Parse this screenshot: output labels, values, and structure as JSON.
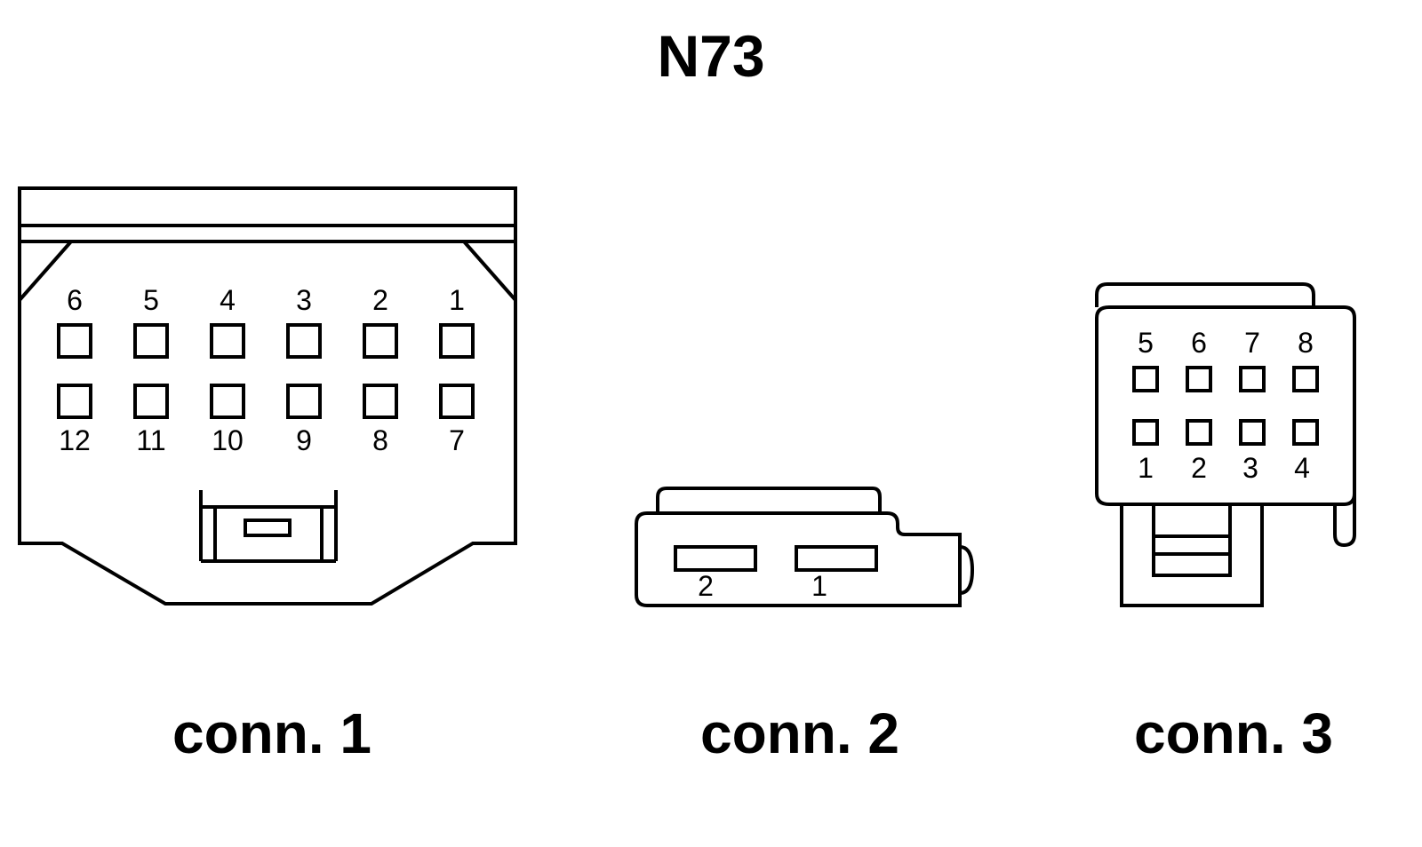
{
  "title": "N73",
  "connectors": [
    {
      "label": "conn. 1",
      "pins_top": [
        "6",
        "5",
        "4",
        "3",
        "2",
        "1"
      ],
      "pins_bottom": [
        "12",
        "11",
        "10",
        "9",
        "8",
        "7"
      ]
    },
    {
      "label": "conn. 2",
      "pins": [
        "2",
        "1"
      ]
    },
    {
      "label": "conn. 3",
      "pins_top": [
        "5",
        "6",
        "7",
        "8"
      ],
      "pins_bottom": [
        "1",
        "2",
        "3",
        "4"
      ]
    }
  ],
  "colors": {
    "line": "#000000",
    "background": "#ffffff"
  }
}
